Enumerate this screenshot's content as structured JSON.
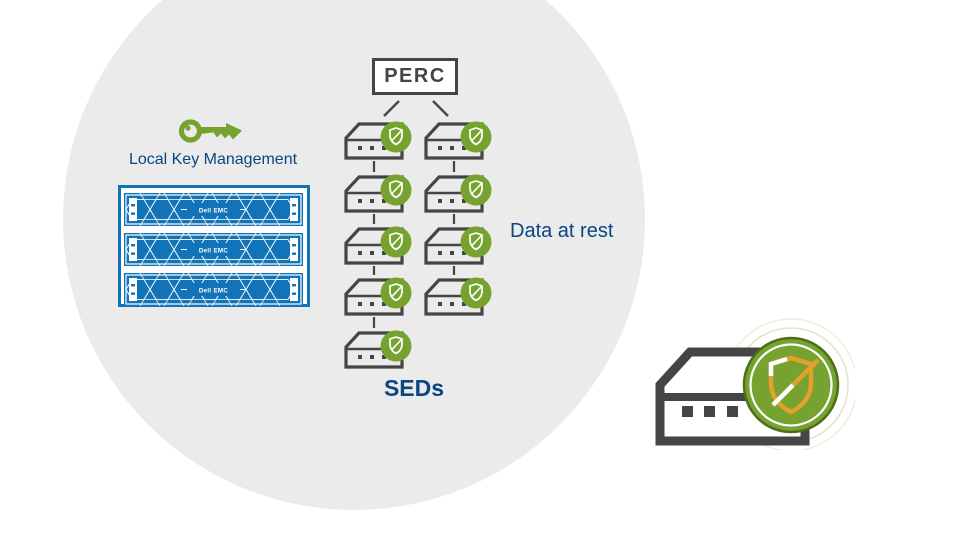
{
  "labels": {
    "perc": "PERC",
    "local_key_management": "Local Key Management",
    "data_at_rest": "Data at rest",
    "seds": "SEDs"
  },
  "server": {
    "brand": "Dell EMC",
    "unit_count": 3
  },
  "drive_tree": {
    "left_column_drives": 5,
    "right_column_drives": 4
  },
  "colors": {
    "background_circle": "#ebebeb",
    "dark_gray": "#454545",
    "badge_green": "#76a32f",
    "badge_green_dark": "#4e6e19",
    "server_blue": "#1273b8",
    "text_blue": "#0a4581",
    "shield_orange": "#e5a02c"
  }
}
